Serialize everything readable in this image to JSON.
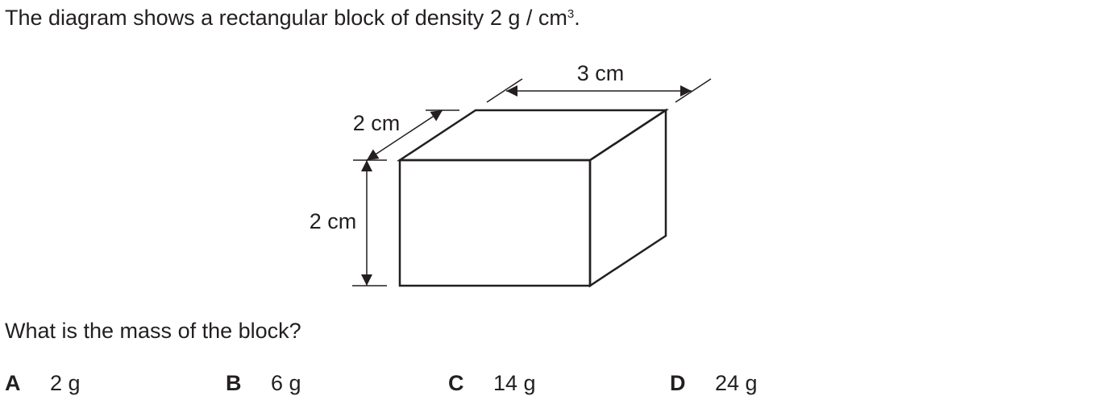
{
  "question": {
    "intro": "The diagram shows a rectangular block of density ",
    "density_value": "2 g / cm",
    "density_exponent": "3",
    "intro_end": "."
  },
  "diagram": {
    "length_label": "3 cm",
    "depth_label": "2 cm",
    "height_label": "2 cm"
  },
  "prompt": "What is the mass of the block?",
  "options": [
    {
      "letter": "A",
      "value": "2 g"
    },
    {
      "letter": "B",
      "value": "6 g"
    },
    {
      "letter": "C",
      "value": "14 g"
    },
    {
      "letter": "D",
      "value": "24 g"
    }
  ]
}
